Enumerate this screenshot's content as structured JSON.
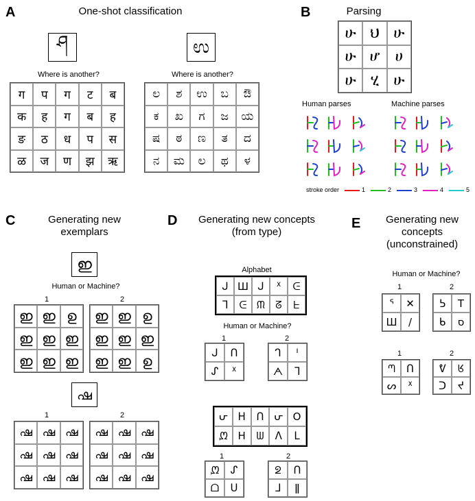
{
  "panels": {
    "A": {
      "letter": "A",
      "title": "One-shot classification",
      "question_left": "Where is another?",
      "question_right": "Where is another?",
      "target_left": "ཤ",
      "target_right": "ಉ",
      "grid_left": [
        "ग",
        "प",
        "ग",
        "ट",
        "ब",
        "क",
        "ह",
        "ग",
        "ब",
        "ह",
        "ङ",
        "ठ",
        "ध",
        "प",
        "स",
        "ळ",
        "ज",
        "ण",
        "झ",
        "ऋ"
      ],
      "grid_right": [
        "ಲ",
        "ಶ",
        "ಉ",
        "ಬ",
        "ಔ",
        "ಕ",
        "ಖ",
        "ಗ",
        "ಜ",
        "ಯ",
        "ಷ",
        "ಠ",
        "ಣ",
        "ತ",
        "ದ",
        "ನ",
        "ಮ",
        "ಲ",
        "ಥ",
        "ಳ"
      ]
    },
    "B": {
      "letter": "B",
      "title": "Parsing",
      "grid": [
        "ሁ",
        "ህ",
        "ሁ",
        "ሁ",
        "ሆ",
        "ሀ",
        "ሁ",
        "ሂ",
        "ሁ"
      ],
      "human_label": "Human parses",
      "machine_label": "Machine parses",
      "stroke_label": "stroke order",
      "strokes": [
        {
          "n": "1",
          "color": "#e41a1c"
        },
        {
          "n": "2",
          "color": "#22bb22"
        },
        {
          "n": "3",
          "color": "#1f3fcf"
        },
        {
          "n": "4",
          "color": "#e020c0"
        },
        {
          "n": "5",
          "color": "#22cccc"
        }
      ]
    },
    "C": {
      "letter": "C",
      "title_line1": "Generating new",
      "title_line2": "exemplars",
      "question": "Human or Machine?",
      "target_top": "ഇ",
      "target_bottom": "ഷ",
      "label1": "1",
      "label2": "2",
      "label3": "1",
      "label4": "2",
      "grid_top_1": [
        "ഇ",
        "ഇ",
        "ഉ",
        "ഇ",
        "ഇ",
        "ഇ",
        "ഇ",
        "ഇ",
        "ഇ"
      ],
      "grid_top_2": [
        "ഇ",
        "ഇ",
        "ഉ",
        "ഇ",
        "ഇ",
        "ഇ",
        "ഇ",
        "ഇ",
        "ഉ"
      ],
      "grid_bottom_1": [
        "ഷ",
        "ഷ",
        "ഷ",
        "ഷ",
        "ഷ",
        "ഷ",
        "ഷ",
        "ഷ",
        "ഷ"
      ],
      "grid_bottom_2": [
        "ഷ",
        "ഷ",
        "ഷ",
        "ഷ",
        "ഷ",
        "ഷ",
        "ഷ",
        "ഷ",
        "ഷ"
      ]
    },
    "D": {
      "letter": "D",
      "title_line1": "Generating new concepts",
      "title_line2": "(from type)",
      "alphabet_label": "Alphabet",
      "question": "Human or Machine?",
      "label1": "1",
      "label2": "2",
      "label3": "1",
      "label4": "2",
      "alphabet1": [
        "ᒍ",
        "Ш",
        "ᒍ",
        "ᕽ",
        "ᕮ",
        "ᒣ",
        "ᕮ",
        "ᙏ",
        "ᘔ",
        "ᖶ"
      ],
      "pair1_1": [
        "ᒍ",
        "ᑎ",
        "ᔑ",
        "ᕽ"
      ],
      "pair1_2": [
        "ᒉ",
        "ᑊ",
        "ᗅ",
        "ᒣ"
      ],
      "alphabet2": [
        "ᕂ",
        "ᕼ",
        "ᑎ",
        "ᕂ",
        "O",
        "ᘻ",
        "H",
        "ᗯ",
        "ᐱ",
        "ᒪ"
      ],
      "pair2_1": [
        "ᘻ",
        "ᔑ",
        "ᗝ",
        "ᑌ"
      ],
      "pair2_2": [
        "ᘖ",
        "ᑎ",
        "ᒧ",
        "ǁ"
      ]
    },
    "E": {
      "letter": "E",
      "title_line1": "Generating new",
      "title_line2": "concepts",
      "title_line3": "(unconstrained)",
      "question": "Human or Machine?",
      "label1": "1",
      "label2": "2",
      "label3": "1",
      "label4": "2",
      "pair1_1": [
        "ᕐ",
        "✕",
        "Ш",
        "/"
      ],
      "pair1_2": [
        "ᕊ",
        "T",
        "ᑲ",
        "ס"
      ],
      "pair2_1": [
        "ᘉ",
        "ᑎ",
        "ᔕ",
        "ᕁ"
      ],
      "pair2_2": [
        "ᕓ",
        "ᖉ",
        "ᑐ",
        "ᔪ"
      ]
    }
  }
}
